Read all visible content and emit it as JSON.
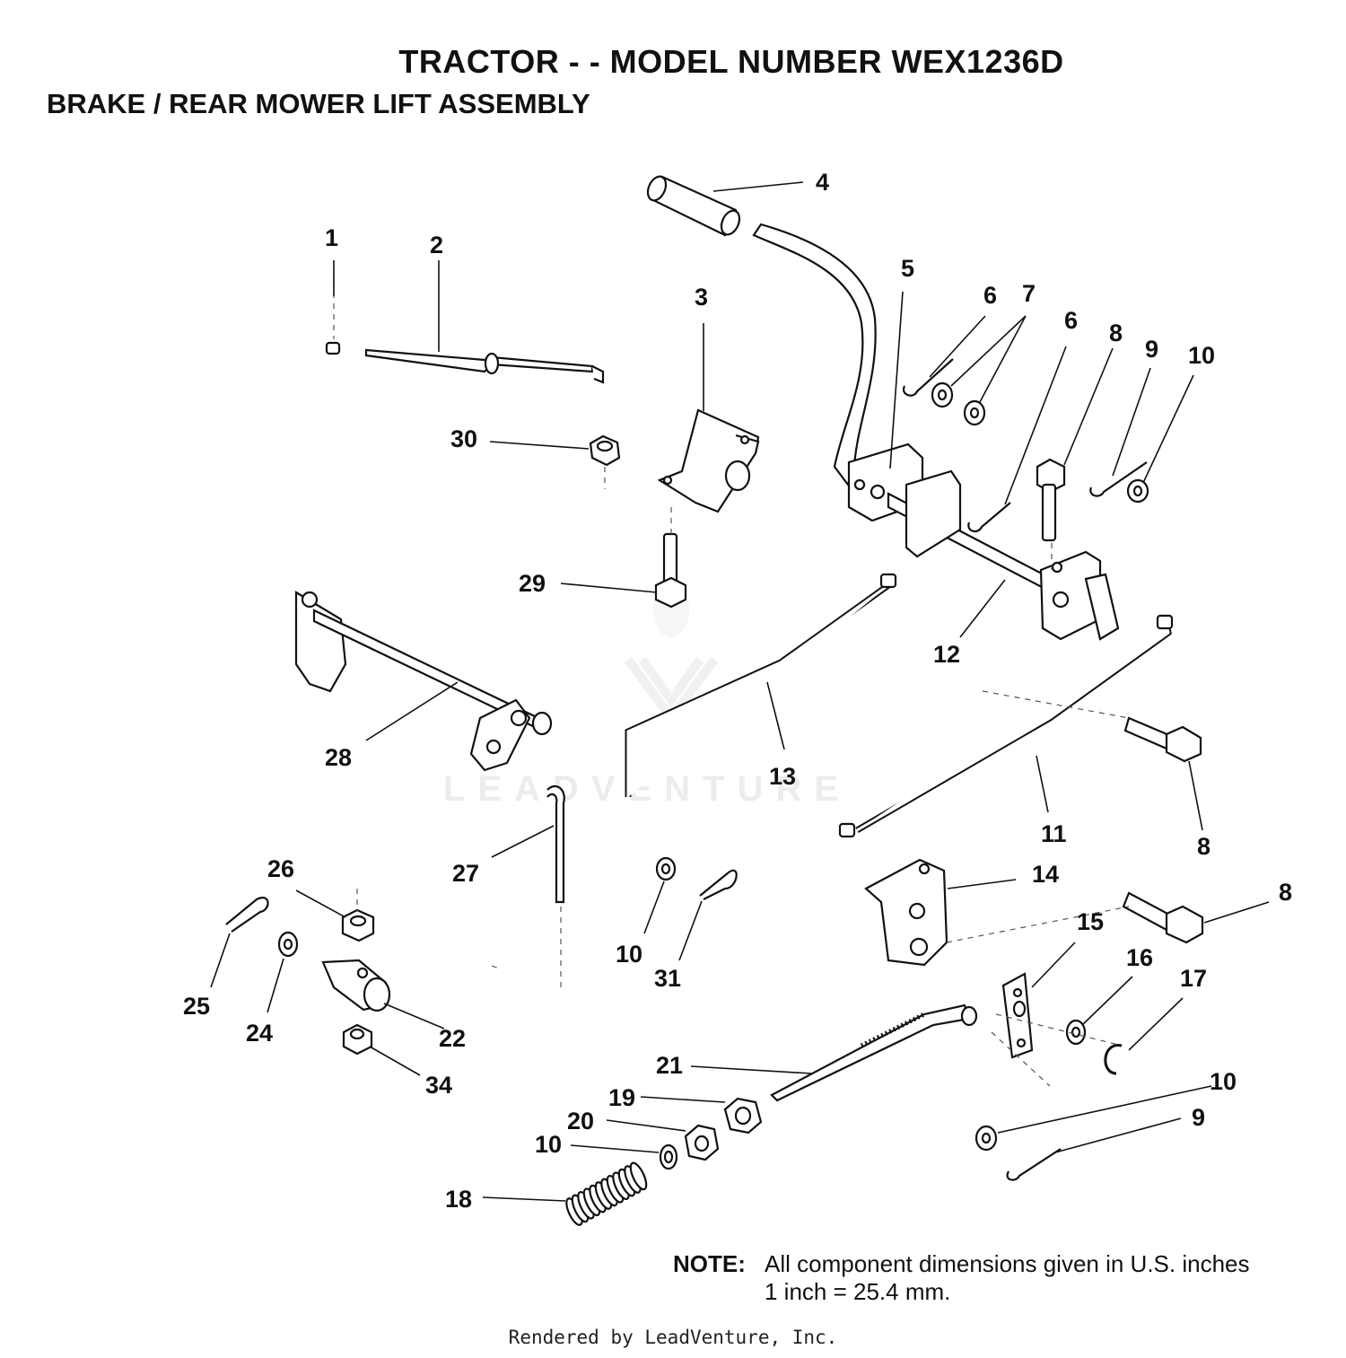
{
  "header": {
    "title": "TRACTOR - - MODEL NUMBER WEX1236D",
    "subtitle": "BRAKE / REAR MOWER LIFT ASSEMBLY"
  },
  "callouts": [
    {
      "id": "c1",
      "label": "1"
    },
    {
      "id": "c2",
      "label": "2"
    },
    {
      "id": "c3",
      "label": "3"
    },
    {
      "id": "c4",
      "label": "4"
    },
    {
      "id": "c5",
      "label": "5"
    },
    {
      "id": "c6a",
      "label": "6"
    },
    {
      "id": "c6b",
      "label": "6"
    },
    {
      "id": "c7",
      "label": "7"
    },
    {
      "id": "c8a",
      "label": "8"
    },
    {
      "id": "c8b",
      "label": "8"
    },
    {
      "id": "c8c",
      "label": "8"
    },
    {
      "id": "c9a",
      "label": "9"
    },
    {
      "id": "c9b",
      "label": "9"
    },
    {
      "id": "c10a",
      "label": "10"
    },
    {
      "id": "c10b",
      "label": "10"
    },
    {
      "id": "c10c",
      "label": "10"
    },
    {
      "id": "c10d",
      "label": "10"
    },
    {
      "id": "c11",
      "label": "11"
    },
    {
      "id": "c12",
      "label": "12"
    },
    {
      "id": "c13",
      "label": "13"
    },
    {
      "id": "c14",
      "label": "14"
    },
    {
      "id": "c15",
      "label": "15"
    },
    {
      "id": "c16",
      "label": "16"
    },
    {
      "id": "c17",
      "label": "17"
    },
    {
      "id": "c18",
      "label": "18"
    },
    {
      "id": "c19",
      "label": "19"
    },
    {
      "id": "c20",
      "label": "20"
    },
    {
      "id": "c21",
      "label": "21"
    },
    {
      "id": "c22",
      "label": "22"
    },
    {
      "id": "c24",
      "label": "24"
    },
    {
      "id": "c25",
      "label": "25"
    },
    {
      "id": "c26",
      "label": "26"
    },
    {
      "id": "c27",
      "label": "27"
    },
    {
      "id": "c28",
      "label": "28"
    },
    {
      "id": "c29",
      "label": "29"
    },
    {
      "id": "c30",
      "label": "30"
    },
    {
      "id": "c31",
      "label": "31"
    },
    {
      "id": "c34",
      "label": "34"
    }
  ],
  "note": {
    "label": "NOTE:",
    "line1": "All component dimensions given in U.S. inches",
    "line2": "1 inch = 25.4 mm."
  },
  "watermark": "LEADVENTURE",
  "footer": "Rendered by LeadVenture, Inc."
}
